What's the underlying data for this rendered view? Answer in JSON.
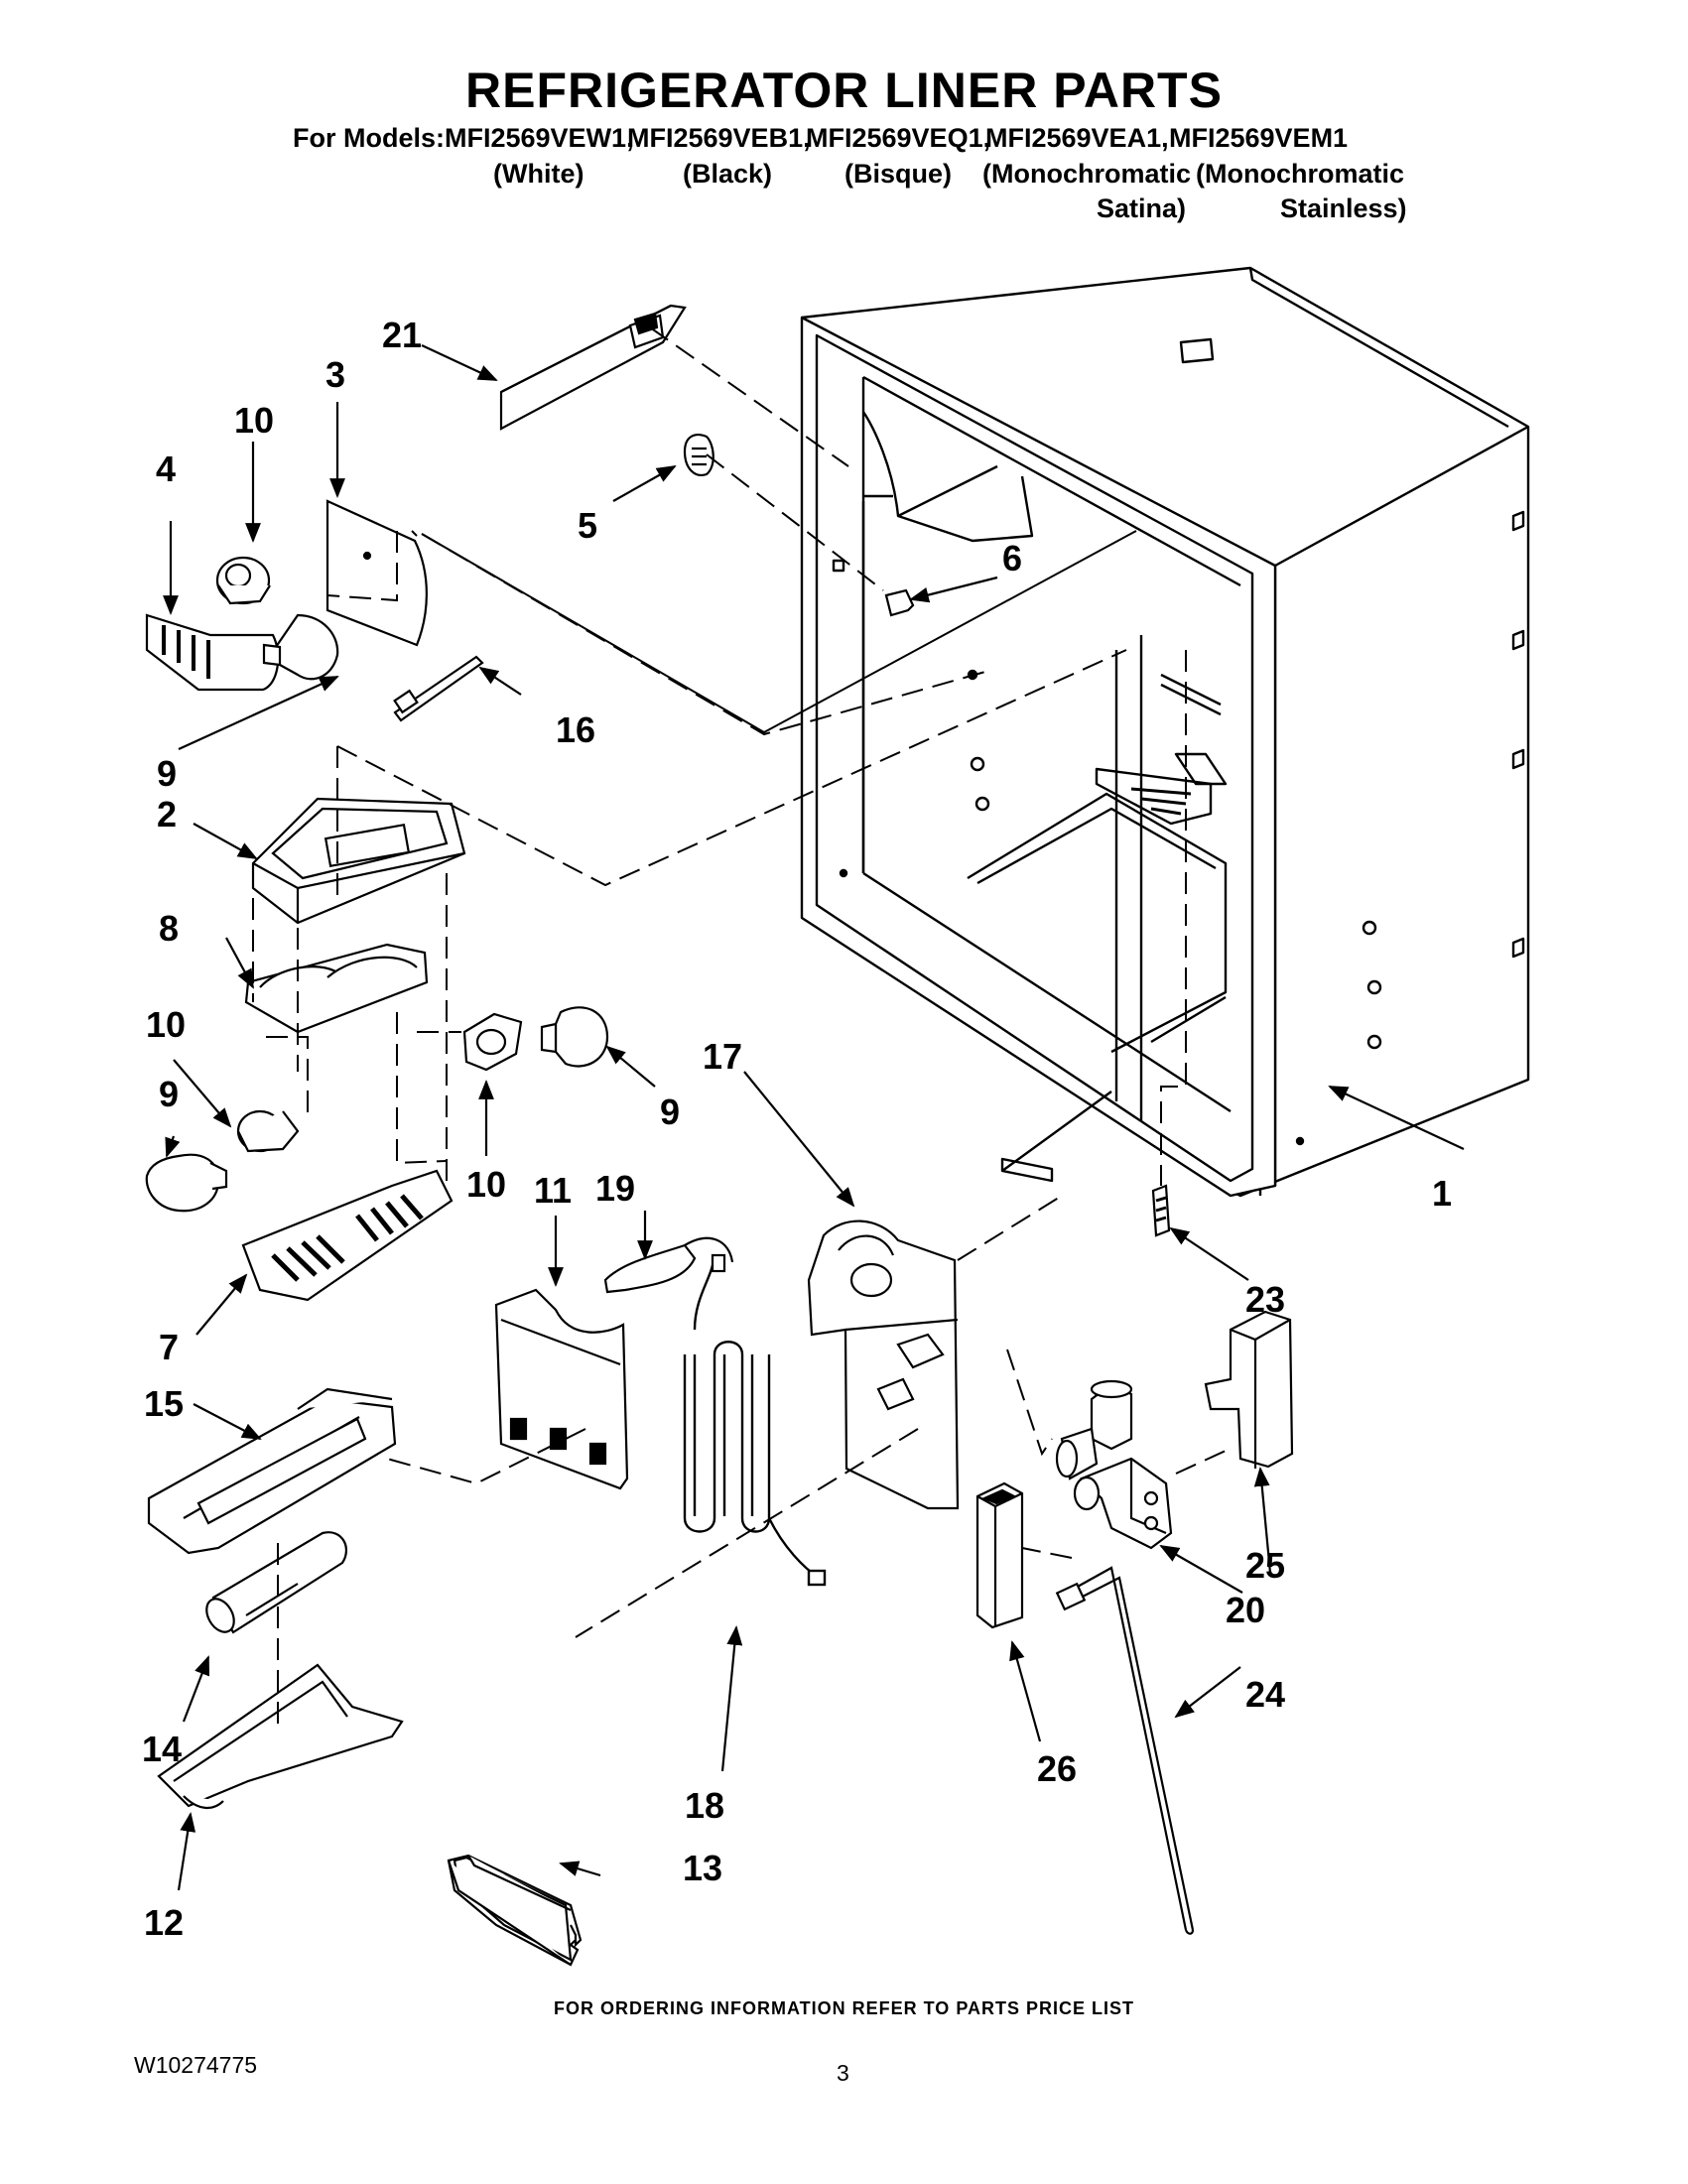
{
  "page": {
    "title": "REFRIGERATOR LINER PARTS",
    "models_prefix": "For Models:",
    "models": [
      {
        "code": "MFI2569VEW1,",
        "finish": "(White)",
        "finish2": ""
      },
      {
        "code": "MFI2569VEB1,",
        "finish": "(Black)",
        "finish2": ""
      },
      {
        "code": "MFI2569VEQ1,",
        "finish": "(Bisque)",
        "finish2": ""
      },
      {
        "code": "MFI2569VEA1,",
        "finish": "(Monochromatic",
        "finish2": "Satina)"
      },
      {
        "code": "MFI2569VEM1",
        "finish": "(Monochromatic",
        "finish2": "Stainless)"
      }
    ],
    "footer": "FOR ORDERING INFORMATION REFER TO PARTS PRICE LIST",
    "doc_number": "W10274775",
    "page_number": "3"
  },
  "callouts": [
    "1",
    "2",
    "3",
    "4",
    "5",
    "6",
    "7",
    "8",
    "9",
    "9",
    "9",
    "10",
    "10",
    "10",
    "11",
    "12",
    "13",
    "14",
    "15",
    "16",
    "17",
    "18",
    "19",
    "20",
    "21",
    "23",
    "24",
    "25",
    "26"
  ]
}
